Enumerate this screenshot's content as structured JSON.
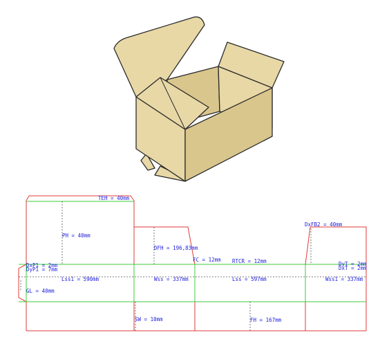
{
  "colors": {
    "box_fill": "#e8d8a6",
    "box_fill_dark": "#d9c68c",
    "box_stroke": "#2a2a2a",
    "cut_line": "#e23a3a",
    "crease_line": "#3ecb3e",
    "dim_line": "#555555",
    "dim_text": "#1c1cdc"
  },
  "labels": {
    "teh": "TEH = 40mm",
    "ph": "PH = 40mm",
    "dfh": "DFH = 196,83mm",
    "fc": "FC = 12mm",
    "rtcr": "RTCR = 12mm",
    "dxfb2": "DxFB2 = 40mm",
    "dxp1": "DxP1 = 2mm",
    "dyp1": "DyP1 = 7mm",
    "dyt": "DyT = 2mm",
    "dxt": "DxT = 2mm",
    "lss1": "Lss1 = 590mm",
    "wss": "Wss = 337mm",
    "lss": "Lss = 597mm",
    "wss1": "Wss1 = 337mm",
    "gl": "GL = 40mm",
    "sw": "SW = 10mm",
    "fh": "FH = 167mm"
  }
}
